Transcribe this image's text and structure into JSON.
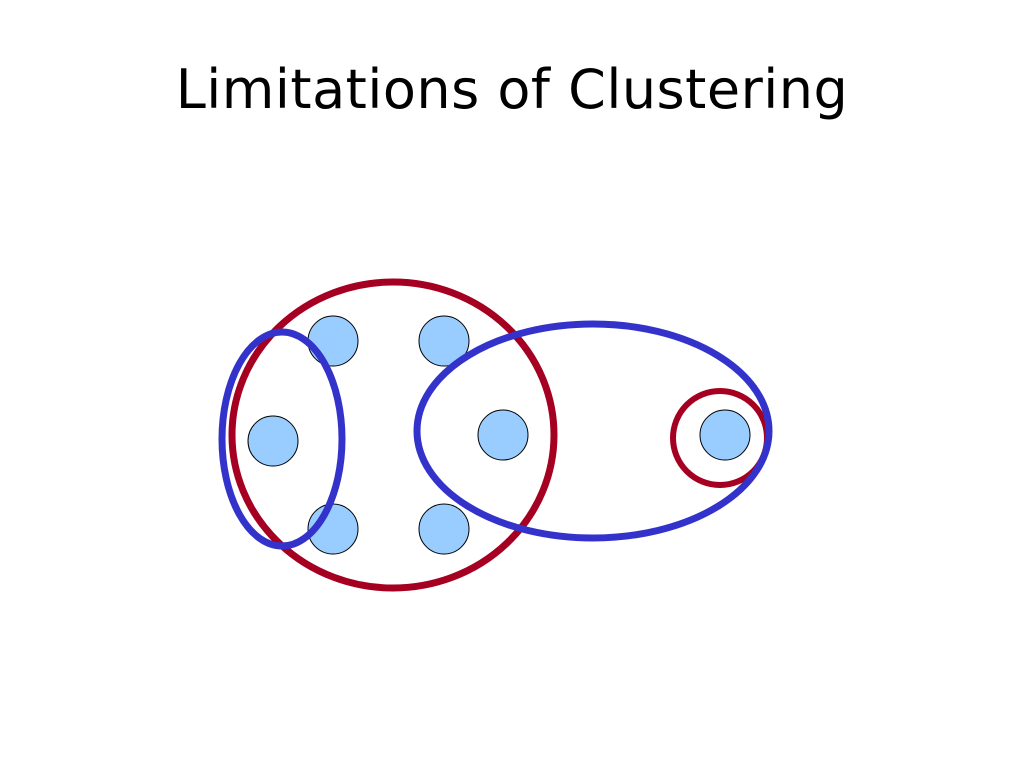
{
  "slide": {
    "title": "Limitations of Clustering"
  },
  "diagram": {
    "point_fill": "#99ccff",
    "point_stroke": "#000000",
    "red_cluster_color": "#a50021",
    "blue_cluster_color": "#3333cc",
    "points": [
      {
        "name": "point-top-left"
      },
      {
        "name": "point-top-right"
      },
      {
        "name": "point-middle-left"
      },
      {
        "name": "point-middle-right"
      },
      {
        "name": "point-bottom-left"
      },
      {
        "name": "point-bottom-right"
      },
      {
        "name": "point-far-right"
      }
    ],
    "clusters": [
      {
        "name": "red-large-cluster",
        "color_key": "red"
      },
      {
        "name": "red-small-cluster",
        "color_key": "red"
      },
      {
        "name": "blue-left-cluster",
        "color_key": "blue"
      },
      {
        "name": "blue-right-cluster",
        "color_key": "blue"
      }
    ]
  }
}
